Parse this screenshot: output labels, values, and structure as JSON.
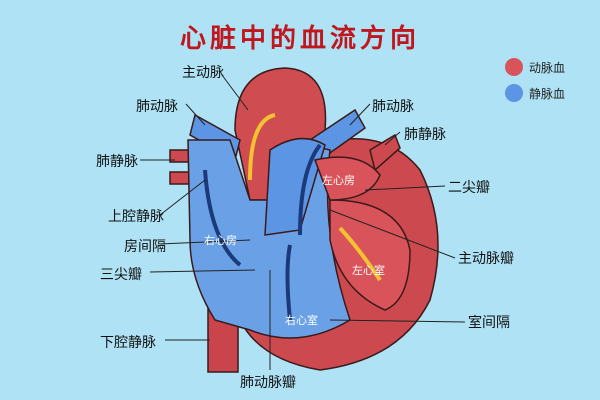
{
  "title": "心脏中的血流方向",
  "legend": [
    {
      "label": "动脉血",
      "color": "#d9545a"
    },
    {
      "label": "静脉血",
      "color": "#5b95e3"
    }
  ],
  "labels": {
    "aorta": "主动脉",
    "pulmonary_artery_left": "肺动脉",
    "pulmonary_artery_right": "肺动脉",
    "pulmonary_vein_left": "肺静脉",
    "pulmonary_vein_right": "肺静脉",
    "superior_vena_cava": "上腔静脉",
    "atrial_septum": "房间隔",
    "tricuspid_valve": "三尖瓣",
    "inferior_vena_cava": "下腔静脉",
    "pulmonary_valve": "肺动脉瓣",
    "ventricular_septum": "室间隔",
    "aortic_valve": "主动脉瓣",
    "mitral_valve": "二尖瓣"
  },
  "chambers": {
    "right_atrium": "右心房",
    "right_ventricle": "右心室",
    "left_atrium": "左心房",
    "left_ventricle": "左心室"
  }
}
